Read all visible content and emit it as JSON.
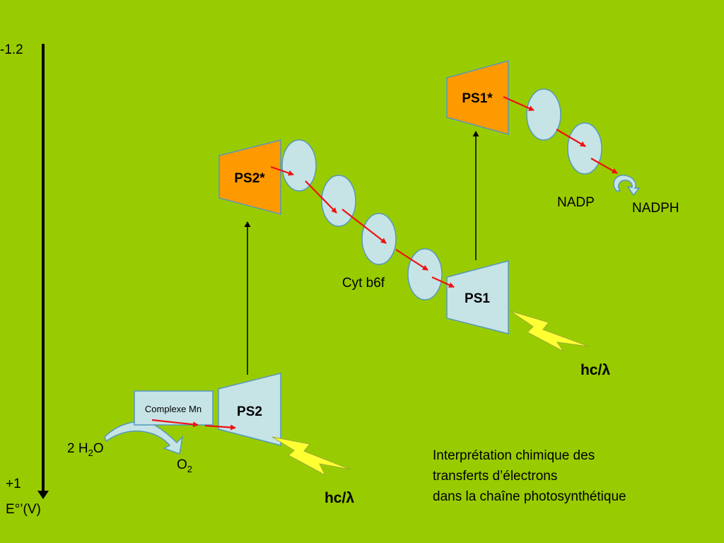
{
  "axis": {
    "top_label": "-1.2",
    "bottom_label": "+1",
    "axis_title": "E°’(V)"
  },
  "complexes": {
    "ps2": "PS2",
    "ps2_star": "PS2*",
    "ps1": "PS1",
    "ps1_star": "PS1*",
    "complexe_mn": "Complexe Mn",
    "cyt_b6f": "Cyt b6f"
  },
  "reagents": {
    "water_prefix": "2 H",
    "water_sub": "2",
    "water_suffix": "O",
    "oxygen_prefix": "O",
    "oxygen_sub": "2",
    "nadp": "NADP",
    "nadph": "NADPH"
  },
  "light": {
    "ps2_label": "hc/λ",
    "ps1_label": "hc/λ"
  },
  "caption": {
    "line1": "Interprétation chimique des",
    "line2": "transferts d’électrons",
    "line3": "dans la chaîne photosynthétique"
  },
  "colors": {
    "background": "#99cc00",
    "excited": "#ff9900",
    "ground": "#c6e3e6",
    "carrier": "#c6e3e6",
    "electron_arrow": "#ee1111",
    "lightning": "#ffff33"
  }
}
